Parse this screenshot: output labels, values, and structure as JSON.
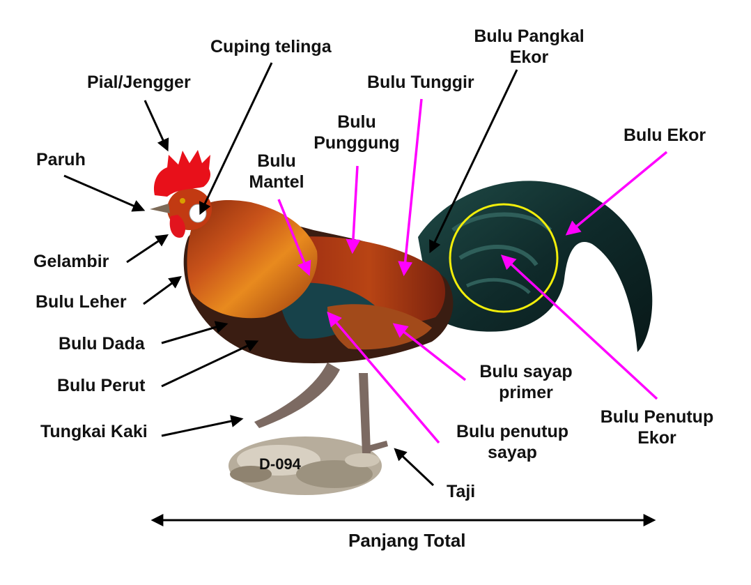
{
  "labels": {
    "cuping_telinga": "Cuping telinga",
    "pial_jengger": "Pial/Jengger",
    "paruh": "Paruh",
    "gelambir": "Gelambir",
    "bulu_leher": "Bulu Leher",
    "bulu_dada": "Bulu Dada",
    "bulu_perut": "Bulu Perut",
    "tungkai_kaki": "Tungkai Kaki",
    "bulu_mantel": [
      "Bulu",
      "Mantel"
    ],
    "bulu_punggung": [
      "Bulu",
      "Punggung"
    ],
    "bulu_tunggir": "Bulu Tunggir",
    "bulu_pangkal_ekor": [
      "Bulu Pangkal",
      "Ekor"
    ],
    "bulu_ekor": "Bulu Ekor",
    "bulu_sayap_primer": [
      "Bulu sayap",
      "primer"
    ],
    "bulu_penutup_sayap": [
      "Bulu penutup",
      "sayap"
    ],
    "bulu_penutup_ekor": [
      "Bulu Penutup",
      "Ekor"
    ],
    "taji": "Taji",
    "panjang_total": "Panjang Total",
    "specimen_id": "D-094"
  },
  "colors": {
    "label_text": "#111111",
    "black_arrow": "#000000",
    "magenta_arrow": "#ff00ff",
    "highlight_circle": "#f2ee0a",
    "comb": "#e8101a"
  }
}
